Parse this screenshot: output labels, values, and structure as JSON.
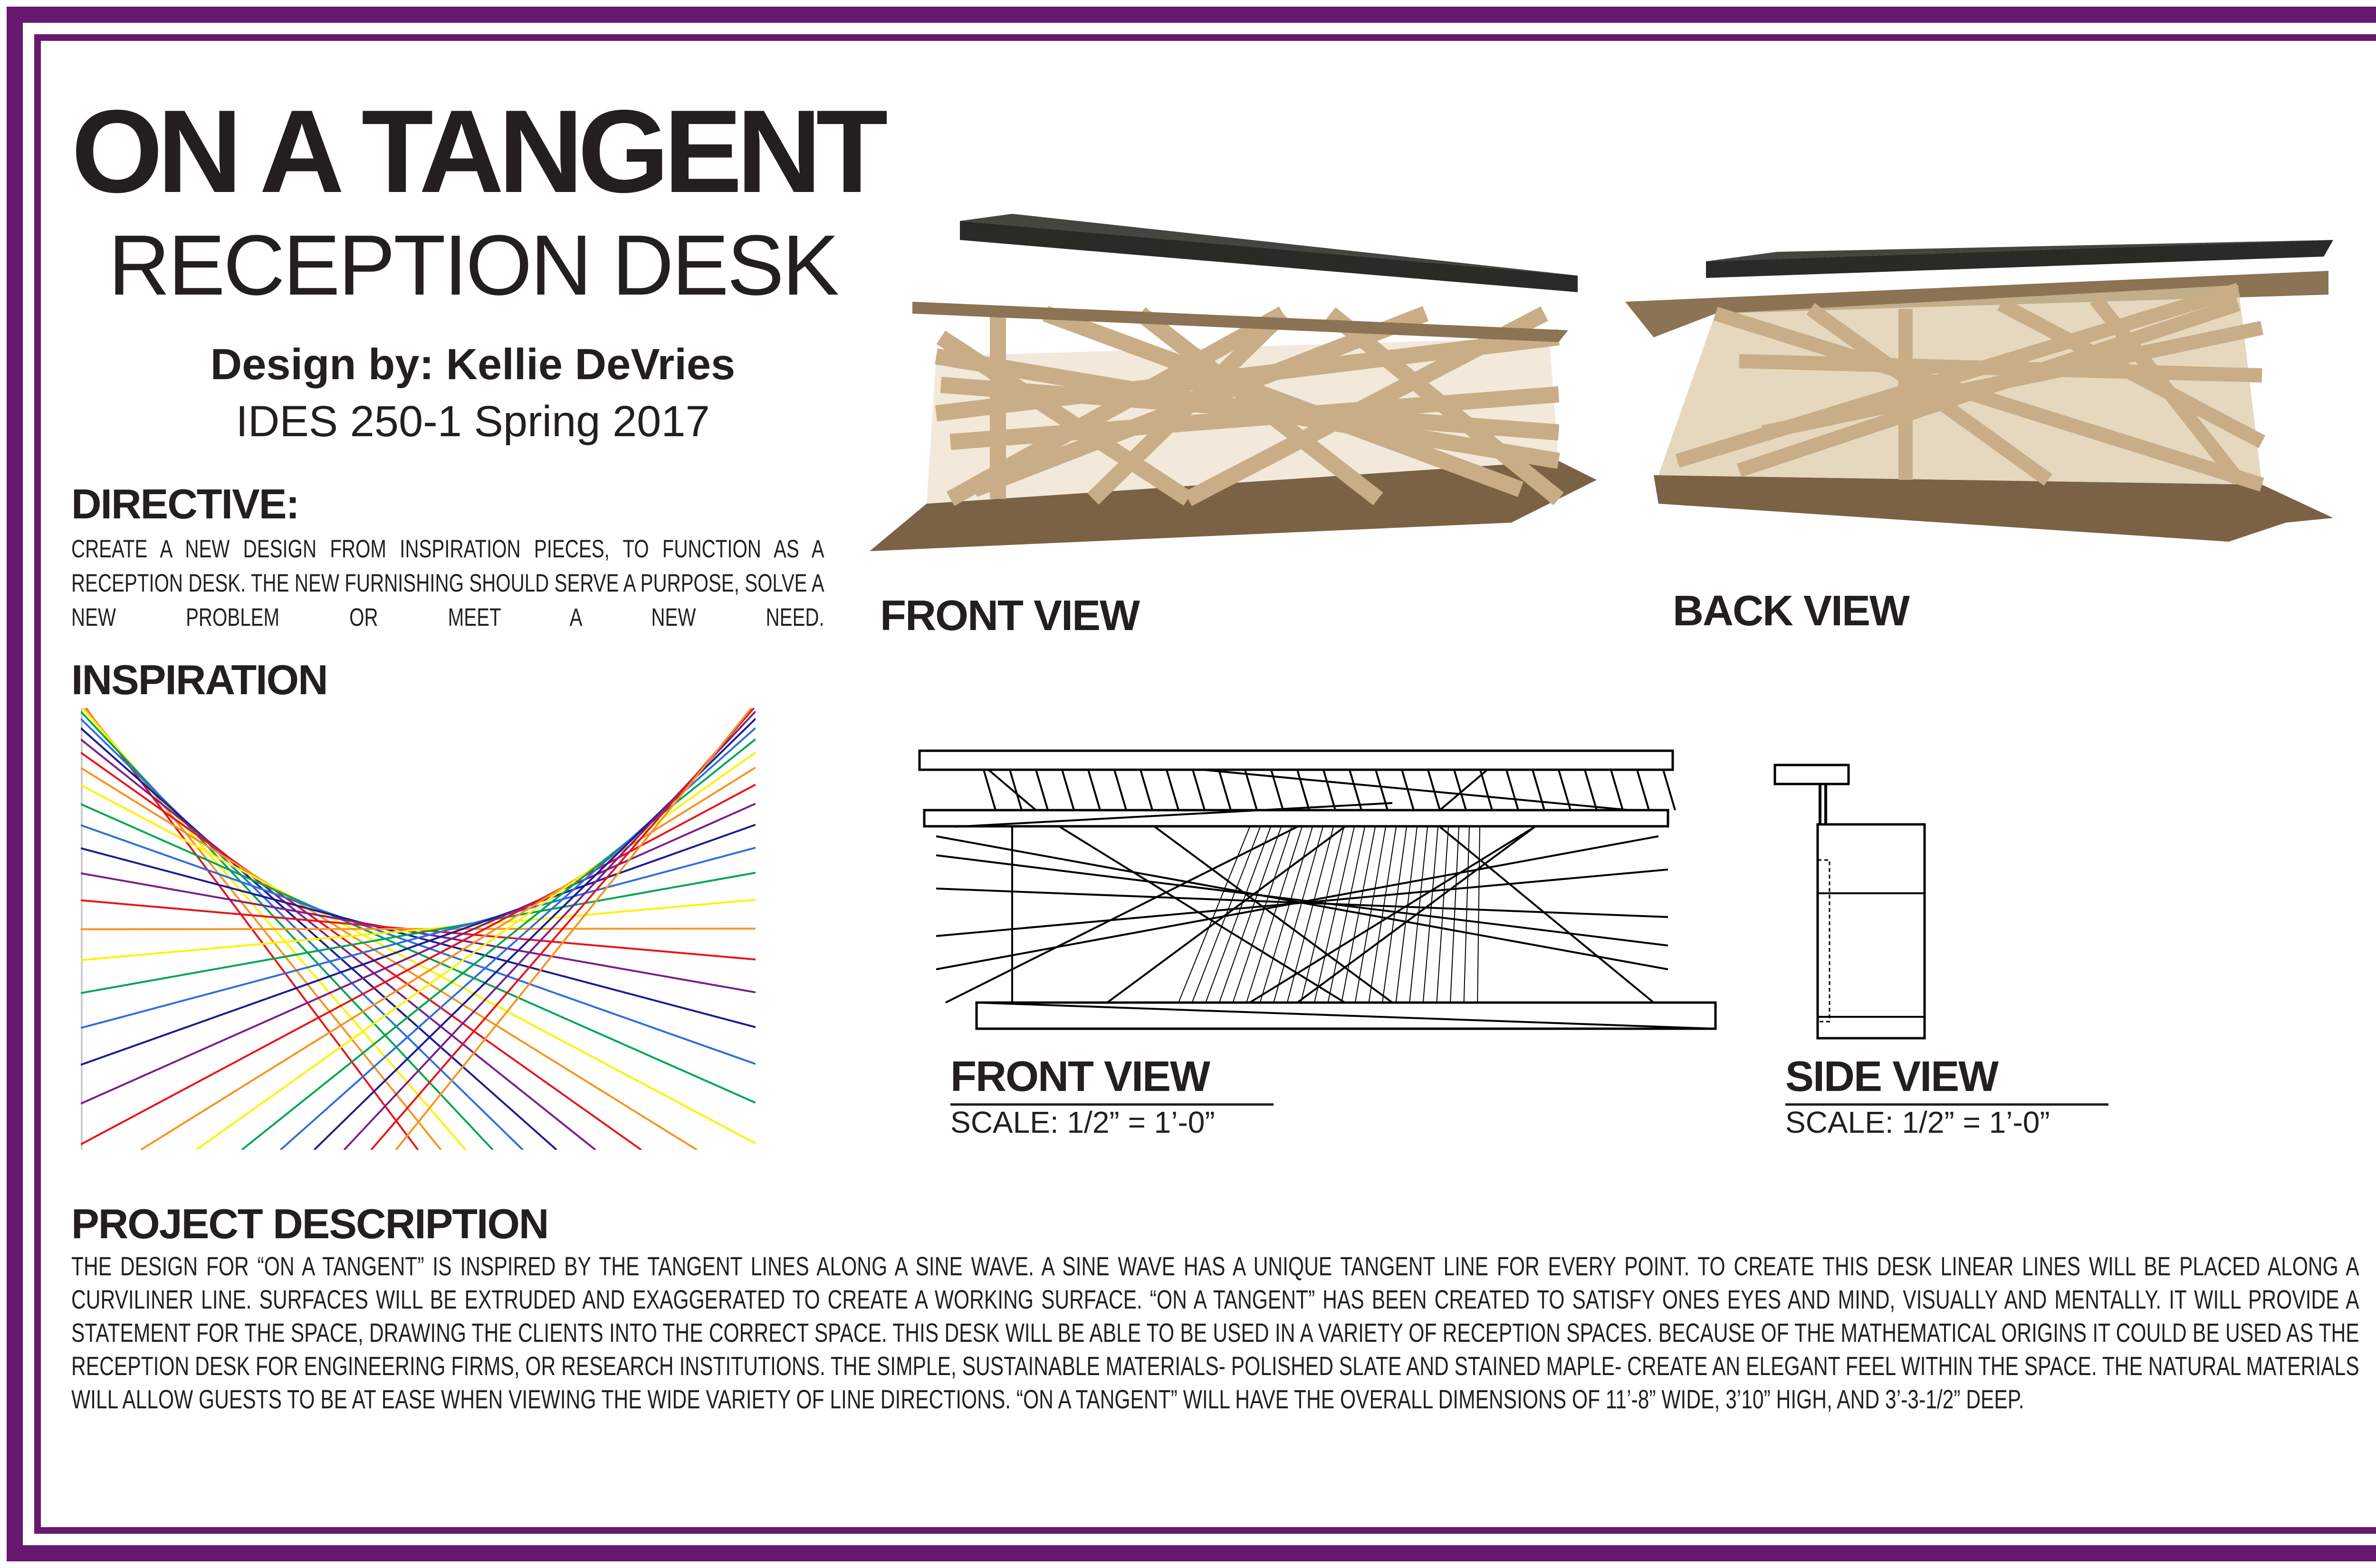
{
  "header": {
    "title": "ON A TANGENT",
    "subtitle": "RECEPTION DESK",
    "byline": "Design by: Kellie DeVries",
    "course": "IDES 250-1 Spring 2017"
  },
  "directive": {
    "heading": "DIRECTIVE:",
    "text": "CREATE A NEW DESIGN FROM INSPIRATION PIECES, TO FUNCTION AS A RECEPTION DESK. THE NEW FURNISHING SHOULD SERVE A PURPOSE, SOLVE A NEW PROBLEM OR MEET A NEW NEED."
  },
  "inspiration": {
    "heading": "INSPIRATION",
    "line_colors": [
      "#e8141b",
      "#f7941d",
      "#fff200",
      "#00a650",
      "#2e6fdb",
      "#1b1c8f",
      "#7b1f8a"
    ]
  },
  "renders": {
    "front_label": "FRONT VIEW",
    "back_label": "BACK VIEW"
  },
  "drawings": {
    "front_label": "FRONT VIEW",
    "front_scale": "SCALE:  1/2” = 1’-0”",
    "side_label": "SIDE VIEW",
    "side_scale": "SCALE:  1/2” = 1’-0”"
  },
  "description": {
    "heading": "PROJECT DESCRIPTION",
    "text": "THE DESIGN FOR “ON A TANGENT” IS INSPIRED BY THE TANGENT LINES ALONG A SINE WAVE. A SINE WAVE HAS A UNIQUE TANGENT LINE FOR EVERY POINT.  TO CREATE THIS DESK LINEAR LINES WILL BE PLACED ALONG A CURVILINER LINE. SURFACES WILL BE EXTRUDED AND EXAGGERATED TO CREATE A WORKING SURFACE. “ON A TANGENT”  HAS BEEN CREATED TO SATISFY ONES EYES AND MIND, VISUALLY AND MENTALLY.  IT WILL PROVIDE A STATEMENT FOR THE SPACE, DRAWING THE CLIENTS INTO THE CORRECT SPACE. THIS DESK WILL BE ABLE TO BE USED IN A VARIETY OF RECEPTION SPACES. BECAUSE OF THE MATHEMATICAL ORIGINS IT COULD BE USED AS THE RECEPTION DESK FOR ENGINEERING FIRMS, OR RESEARCH INSTITUTIONS. THE SIMPLE, SUSTAINABLE MATERIALS- POLISHED SLATE AND STAINED MAPLE- CREATE AN ELEGANT FEEL WITHIN THE SPACE. THE NATURAL MATERIALS WILL ALLOW GUESTS TO BE AT EASE WHEN VIEWING THE WIDE VARIETY OF LINE DIRECTIONS. “ON A TANGENT”  WILL HAVE THE OVERALL DIMENSIONS OF 11’-8” WIDE, 3’10”  HIGH, AND 3’-3-1/2” DEEP."
  },
  "colors": {
    "frame": "#68186f",
    "maple": "#c9ad86",
    "slate": "#2a2a26"
  }
}
